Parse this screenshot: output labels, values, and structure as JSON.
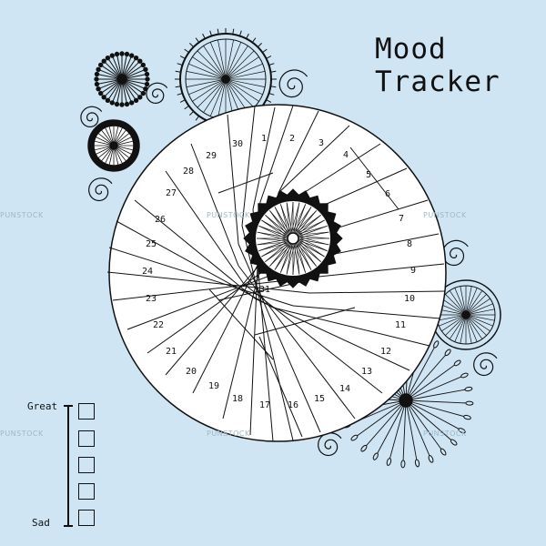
{
  "title": {
    "line1": "Mood",
    "line2": "Tracker"
  },
  "days": [
    "1",
    "2",
    "3",
    "4",
    "5",
    "6",
    "7",
    "8",
    "9",
    "10",
    "11",
    "12",
    "13",
    "14",
    "15",
    "16",
    "17",
    "18",
    "19",
    "20",
    "21",
    "22",
    "23",
    "24",
    "25",
    "26",
    "27",
    "28",
    "29",
    "30",
    "31"
  ],
  "scale": {
    "top_label": "Great",
    "bottom_label": "Sad",
    "levels": 5
  },
  "watermark": "PUNSTOCK",
  "colors": {
    "background": "#cfe5f3",
    "ink": "#111111",
    "paper": "#ffffff"
  }
}
